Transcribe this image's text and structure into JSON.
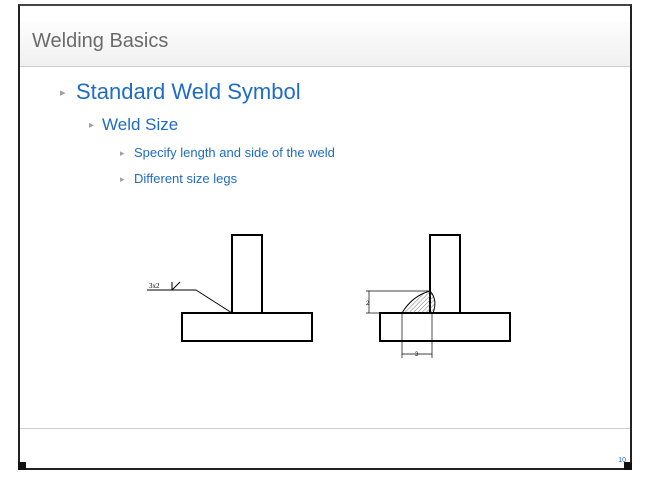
{
  "slide": {
    "title": "Welding Basics",
    "bullet_l1": "Standard Weld Symbol",
    "bullet_l2": "Weld Size",
    "bullets_l3": [
      "Specify length and side of the weld",
      "Different size legs"
    ],
    "page_number": "10"
  },
  "figure": {
    "weld_symbol_label": "3x2",
    "leg_vertical_label": "2",
    "leg_horizontal_label": "3"
  },
  "colors": {
    "bullet_text": "#1f6cc4",
    "title_text": "#6b6b6b"
  }
}
